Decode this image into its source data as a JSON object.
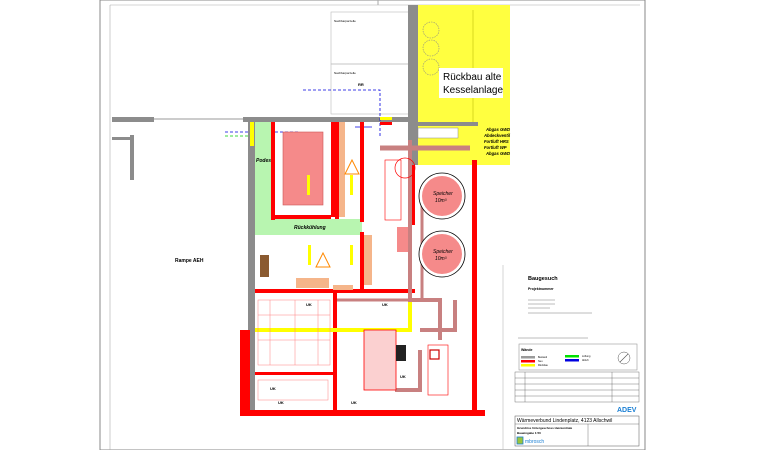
{
  "drawing": {
    "demolition_label_line1": "Rückbau alte",
    "demolition_label_line2": "Kesselanlage",
    "tank1_line1": "Speicher",
    "tank1_line2": "10m³",
    "tank2_line1": "Speicher",
    "tank2_line2": "10m³",
    "ramp_label": "Rampe AEH",
    "landing_label": "Podest",
    "recooling_label": "Rückkühlung",
    "gas_notes": [
      "Abgas GWD",
      "Abdeckventil",
      "Fortluft HRS",
      "Fortluft WP",
      "Abgas GWD"
    ],
    "level_labels": [
      "UK",
      "UK",
      "UK",
      "UK",
      "UK",
      "UK"
    ],
    "neighbor_label_1": "Nachbarparzelle",
    "neighbor_label_2": "Nachbarparzelle"
  },
  "title_block": {
    "doc_type": "Baugesuch",
    "project_number_label": "Projektnummer",
    "legend_title": "Wände",
    "legend": [
      {
        "label": "Bestand",
        "color": "#9a9a9a"
      },
      {
        "label": "Neu",
        "color": "#ff0000"
      },
      {
        "label": "Rückbau",
        "color": "#ffff00"
      },
      {
        "label": "Lüftung",
        "color": "#00e000"
      },
      {
        "label": "Abluft",
        "color": "#0000e0"
      }
    ],
    "brand": "ADEV",
    "project_title": "Wärmeverbund Lindenplatz, 4123 Allschwil",
    "plan_title": "Grundriss Untergeschoss Heizzentrale",
    "plan_subtitle": "Baueingabe 1:50",
    "company": "mbrosch"
  },
  "colors": {
    "existing_wall": "#8c8c8c",
    "new_wall": "#ff0000",
    "demolition": "#ffff40",
    "ventilation": "#b8f5b0",
    "equipment": "#f58a8a",
    "brand": "#1a7fd4"
  }
}
